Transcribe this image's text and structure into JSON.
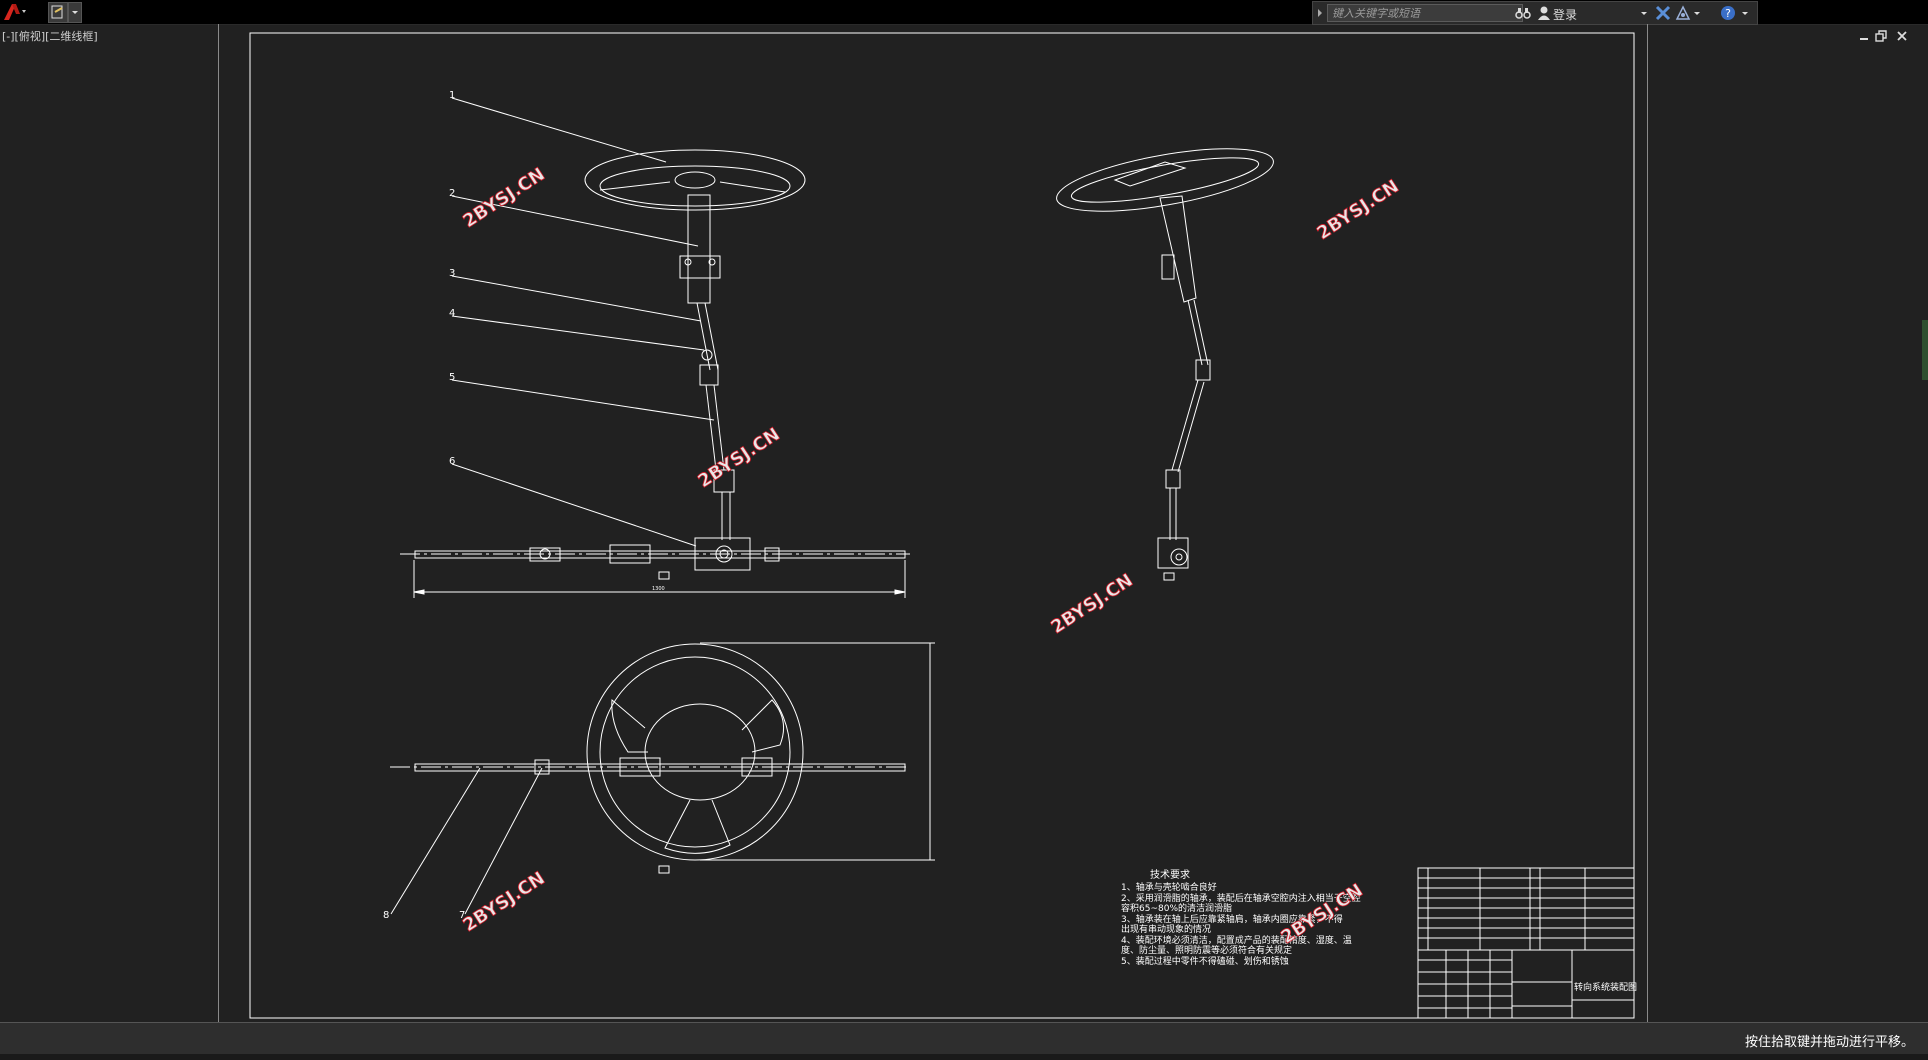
{
  "toolbar": {
    "search_placeholder": "键入关键字或短语",
    "login_label": "登录"
  },
  "viewport": {
    "label": "[-][俯视][二维线框]"
  },
  "drawing": {
    "part_numbers": [
      "1",
      "2",
      "3",
      "4",
      "5",
      "6",
      "7",
      "8"
    ],
    "watermark": "2BYSJ.CN",
    "tech_title": "技术要求",
    "tech_lines": [
      "1、轴承与壳轮啮合良好",
      "2、采用润滑脂的轴承，装配后在轴承空腔内注入相当于空腔",
      "容积65~80%的清洁润滑脂",
      "3、轴承装在轴上后应靠紧轴肩，轴承内圈应靠紧，不得",
      "出现有串动现象的情况",
      "4、装配环境必须清洁，配置成产品的装配精度、湿度、温",
      "度、防尘量、照明防震等必须符合有关规定",
      "5、装配过程中零件不得磕碰、划伤和锈蚀"
    ],
    "titleblock_name": "转向系统装配图",
    "dim_label": "1300"
  },
  "status": {
    "text": "按住拾取键并拖动进行平移。"
  }
}
